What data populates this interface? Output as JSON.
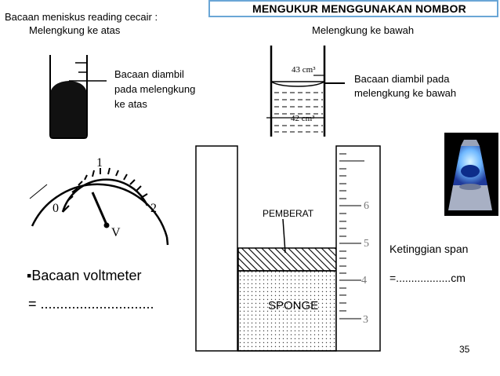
{
  "slide": {
    "title": "MENGUKUR MENGGUNAKAN NOMBOR",
    "page_number": "35"
  },
  "meniscus_intro": "Bacaan meniskus reading  cecair :",
  "convex": {
    "heading": "Melengkung ke atas",
    "note_line1": "Bacaan diambil",
    "note_line2": "pada melengkung",
    "note_line3": "ke atas"
  },
  "concave": {
    "heading": "Melengkung ke bawah",
    "scale_top": "43 cm³",
    "scale_bottom": "42 cm³",
    "note_line1": "Bacaan diambil pada",
    "note_line2": "melengkung ke bawah"
  },
  "voltmeter": {
    "scale_min": "0",
    "scale_mid": "1",
    "scale_max": "2",
    "unit": "V",
    "reading_label": "▪Bacaan voltmeter",
    "reading_answer": "= ............................."
  },
  "span": {
    "weight_label": "PEMBERAT",
    "sponge_label": "SPONGE",
    "ruler_ticks": [
      "6",
      "5",
      "4",
      "3"
    ],
    "answer_label": "Ketinggian span",
    "answer_value": "=..................cm"
  },
  "lamp": {
    "icon": "lava-lamp-icon",
    "body_color": "#4a7bd8",
    "glow_color": "#9fd8ff"
  }
}
